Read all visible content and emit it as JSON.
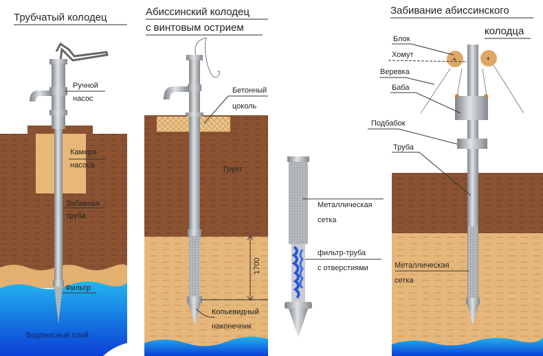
{
  "titles": {
    "tube_well": "Трубчатый колодец",
    "abyssinian_line1": "Абиссинский колодец",
    "abyssinian_line2": "с винтовым острием",
    "driving_line1": "Забивание абиссинского",
    "driving_line2": "колодца"
  },
  "labels": {
    "hand_pump_1": "Ручной",
    "hand_pump_2": "насос",
    "pump_chamber_1": "Камера",
    "pump_chamber_2": "насоса",
    "driven_pipe_1": "Забивная",
    "driven_pipe_2": "труба",
    "filter": "Фильтр",
    "aquifer": "Водоносный слой",
    "concrete_base_1": "Бетонный",
    "concrete_base_2": "цоколь",
    "soil": "Грунт",
    "dimension": "1700",
    "spear_tip_1": "Копьевидный",
    "spear_tip_2": "наконечник",
    "metal_mesh_1": "Металлическая",
    "metal_mesh_2": "сетка",
    "filter_pipe_1": "фильтр-труба",
    "filter_pipe_2": "с отверстиями",
    "block": "Блок",
    "clamp": "Хомут",
    "rope": "Веревка",
    "ram": "Баба",
    "anvil": "Подбабок",
    "pipe": "Труба",
    "metal_mesh_r1": "Металлическая",
    "metal_mesh_r2": "сетка"
  },
  "colors": {
    "soil": "#8a5232",
    "sand": "#e6b77a",
    "water": "#1c8fe0",
    "pipe": "#a8acb0",
    "wheel": "#e0a868"
  }
}
